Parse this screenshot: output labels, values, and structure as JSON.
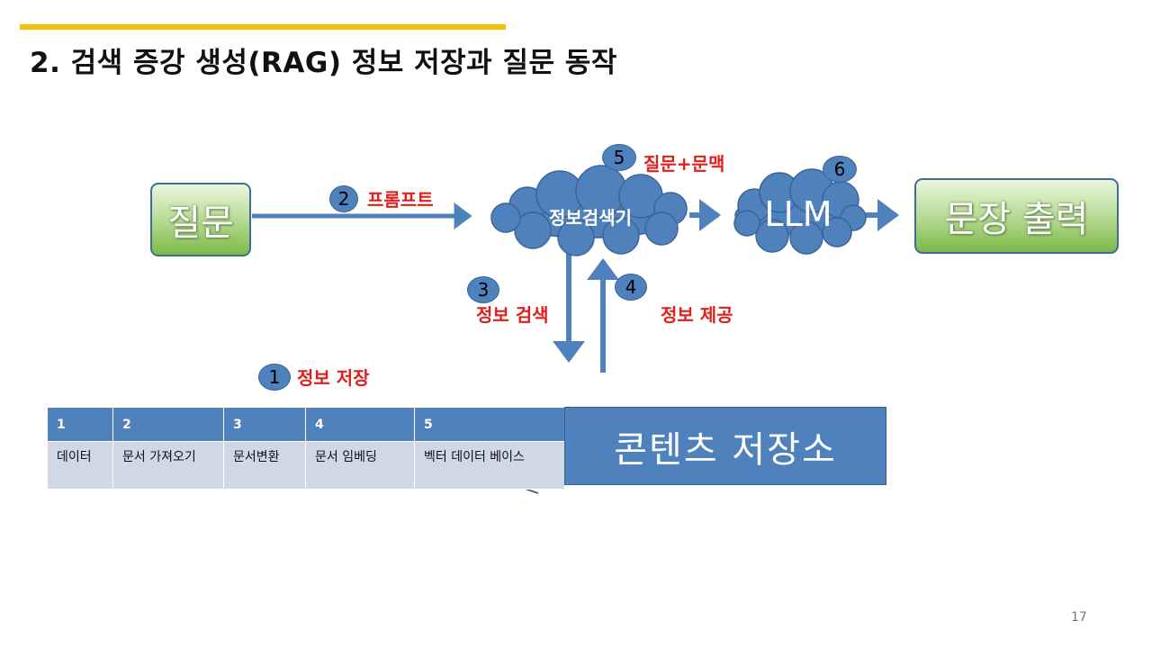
{
  "slide": {
    "title": "2. 검색 증강 생성(RAG) 정보 저장과 질문 동작",
    "page_number": "17",
    "accent_color": "#f5c000"
  },
  "diagram": {
    "question_box": "질문",
    "retriever_cloud": "정보검색기",
    "llm_cloud": "LLM",
    "output_box": "문장 출력",
    "storage_box": "콘텐츠 저장소",
    "steps": [
      {
        "number": "1",
        "label": "정보 저장"
      },
      {
        "number": "2",
        "label": "프롬프트"
      },
      {
        "number": "3",
        "label": "정보 검색"
      },
      {
        "number": "4",
        "label": "정보 제공"
      },
      {
        "number": "5",
        "label": "질문+문맥"
      },
      {
        "number": "6",
        "label": ""
      }
    ],
    "colors": {
      "node_blue": "#4f81bd",
      "node_green": "#9bcb6b",
      "label_red": "#e0201a"
    }
  },
  "pipeline_table": {
    "headers": [
      "1",
      "2",
      "3",
      "4",
      "5"
    ],
    "cells": [
      "데이터",
      "문서 가져오기",
      "문서변환",
      "문서 임베딩",
      "벡터 데이터 베이스"
    ]
  }
}
